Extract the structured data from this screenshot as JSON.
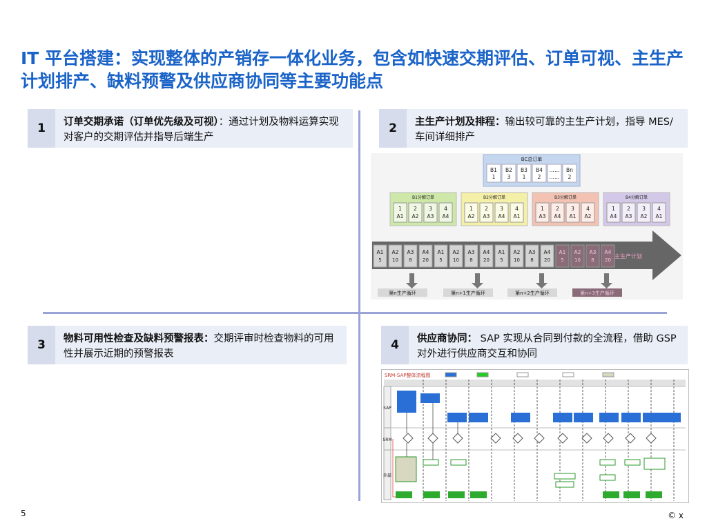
{
  "title": "IT 平台搭建：实现整体的产销存一体化业务，包含如快速交期评估、订单可视、主生产计划排产、缺料预警及供应商协同等主要功能点",
  "cells": [
    {
      "num": "1",
      "bold": "订单交期承诺（订单优先级及可视）",
      "text": "：通过计划及物料运算实现对客户的交期评估并指导后端生产"
    },
    {
      "num": "2",
      "bold": "主生产计划及排程：",
      "text": "输出较可靠的主生产计划，指导 MES/ 车间详细排产"
    },
    {
      "num": "3",
      "bold": "物料可用性检查及缺料预警报表：",
      "text": "交期评审时检查物料的可用性并展示近期的预警报表"
    },
    {
      "num": "4",
      "bold": "供应商协同：",
      "text": " SAP 实现从合同到付款的全流程，借助 GSP 对外进行供应商交互和协同"
    }
  ],
  "footer": {
    "page": "5",
    "copyright": "© x"
  },
  "fig1": {
    "bc_label": "BC总订单",
    "b_labels": [
      "B1",
      "B2",
      "B3",
      "B4",
      "……",
      "Bn"
    ],
    "b_values": [
      "1",
      "3",
      "1",
      "2",
      "……",
      "2"
    ],
    "groups": [
      {
        "label": "B1分解订单",
        "nums": [
          "1",
          "2",
          "3",
          "4"
        ],
        "codes": [
          "A1",
          "A2",
          "A3",
          "A4"
        ],
        "color": "#cde8a8"
      },
      {
        "label": "B2分解订单",
        "nums": [
          "1",
          "2",
          "3",
          "4"
        ],
        "codes": [
          "A2",
          "A3",
          "A4",
          "A1"
        ],
        "color": "#f5f0a8"
      },
      {
        "label": "B3分解订单",
        "nums": [
          "1",
          "2",
          "3",
          "4"
        ],
        "codes": [
          "A3",
          "A4",
          "A1",
          "A2"
        ],
        "color": "#f3c2b3"
      },
      {
        "label": "B4分解订单",
        "nums": [
          "1",
          "2",
          "3",
          "4"
        ],
        "codes": [
          "A4",
          "A3",
          "A2",
          "A1"
        ],
        "color": "#d4c8e8"
      }
    ],
    "arrow_label": "主生产计划",
    "seq_codes": [
      "A1",
      "A2",
      "A3",
      "A4",
      "A1",
      "A2",
      "A3",
      "A4",
      "A1",
      "A2",
      "A3",
      "A4",
      "A1",
      "A2",
      "A3",
      "A4"
    ],
    "seq_vals": [
      "5",
      "10",
      "8",
      "20",
      "5",
      "10",
      "8",
      "20",
      "5",
      "10",
      "8",
      "20",
      "5",
      "10",
      "8",
      "20"
    ],
    "cycles": [
      "第n生产循环",
      "第n+1生产循环",
      "第n+2生产循环",
      "第n+3生产循环"
    ]
  },
  "fig2": {
    "title": "SRM-SAP整体流程图",
    "lanes": [
      "SAP",
      "SRM",
      "外部"
    ]
  }
}
